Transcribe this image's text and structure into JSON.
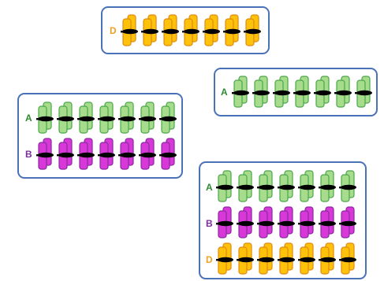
{
  "genomes": {
    "A": {
      "label": "A",
      "label_color": "#2e8b2e",
      "fill": "#a6dc8c",
      "stroke": "#4aa64a"
    },
    "B": {
      "label": "B",
      "label_color": "#7a2e9e",
      "fill": "#d838d8",
      "stroke": "#8a2aa0"
    },
    "D": {
      "label": "D",
      "label_color": "#f0a020",
      "fill": "#ffc20a",
      "stroke": "#e08a10"
    }
  },
  "centromere_color": "#000000",
  "box_border_color": "#4a72b8",
  "chromosome_pairs_per_row": 7,
  "boxes": [
    {
      "id": "box-diploid-d",
      "rows": [
        "D"
      ]
    },
    {
      "id": "box-diploid-a",
      "rows": [
        "A"
      ]
    },
    {
      "id": "box-tetraploid-ab",
      "rows": [
        "A",
        "B"
      ]
    },
    {
      "id": "box-hexaploid-abd",
      "rows": [
        "A",
        "B",
        "D"
      ]
    }
  ]
}
